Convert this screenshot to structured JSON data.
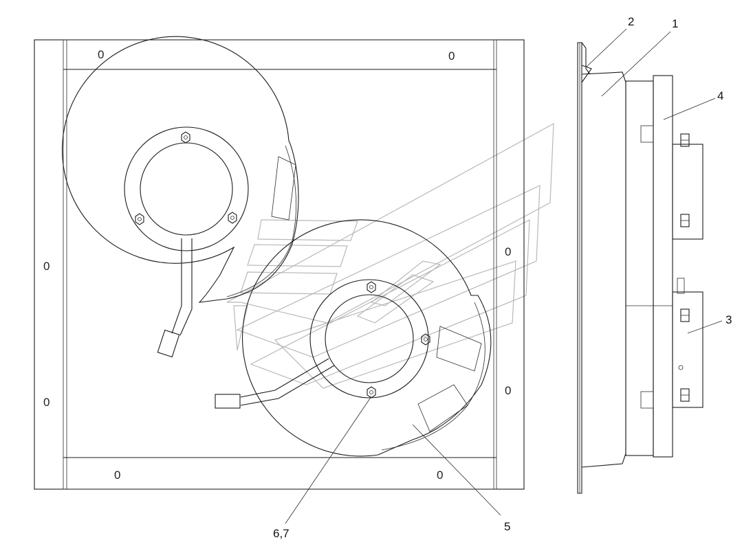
{
  "callouts": {
    "c1": "1",
    "c2": "2",
    "c3": "3",
    "c4": "4",
    "c5": "5",
    "c67": "6,7"
  },
  "hole_marks": {
    "top_left": "0",
    "top_right": "0",
    "left_upper": "0",
    "left_lower": "0",
    "right_upper": "0",
    "right_lower": "0",
    "bottom_left": "0",
    "bottom_right": "0"
  },
  "colors": {
    "line": "#1a1a1a",
    "watermark": "#b8b8b8",
    "background": "#ffffff"
  }
}
